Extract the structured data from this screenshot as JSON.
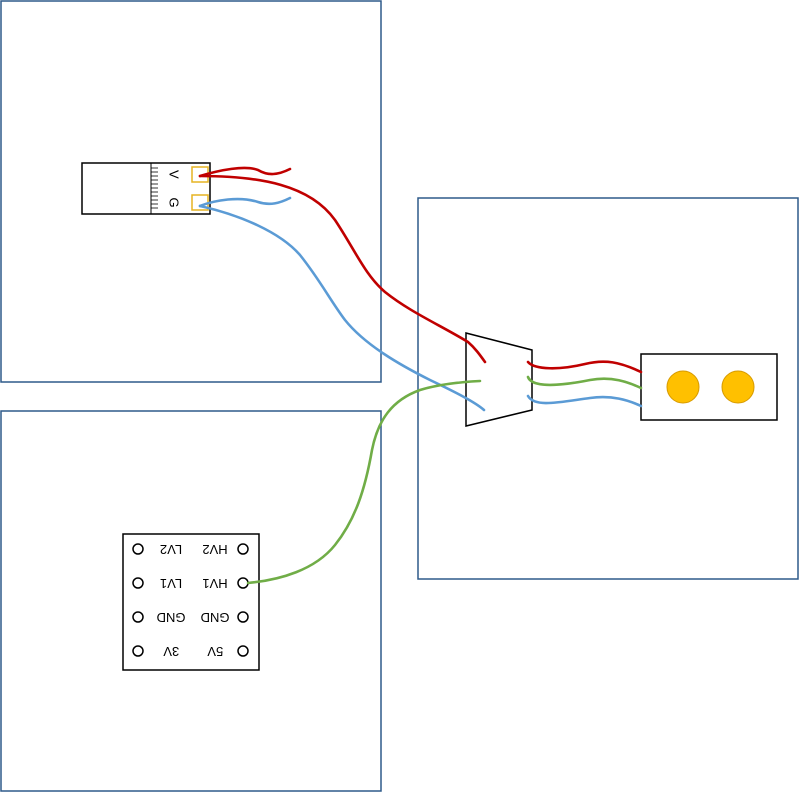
{
  "colors": {
    "panel_border": "#2e5a8a",
    "red_wire": "#c00000",
    "blue_wire": "#5b9bd5",
    "green_wire": "#70ad47",
    "led": "#ffc000",
    "led_outline": "#d79a00",
    "pad": "#e6b422"
  },
  "usb_module": {
    "v_label": "V",
    "g_label": "G"
  },
  "level_shifter": {
    "pins_right": [
      "HV2",
      "HV1",
      "GND",
      "5V"
    ],
    "pins_left": [
      "LV2",
      "LV1",
      "GND",
      "3V"
    ]
  },
  "led_strip": {
    "led_count": 2
  }
}
